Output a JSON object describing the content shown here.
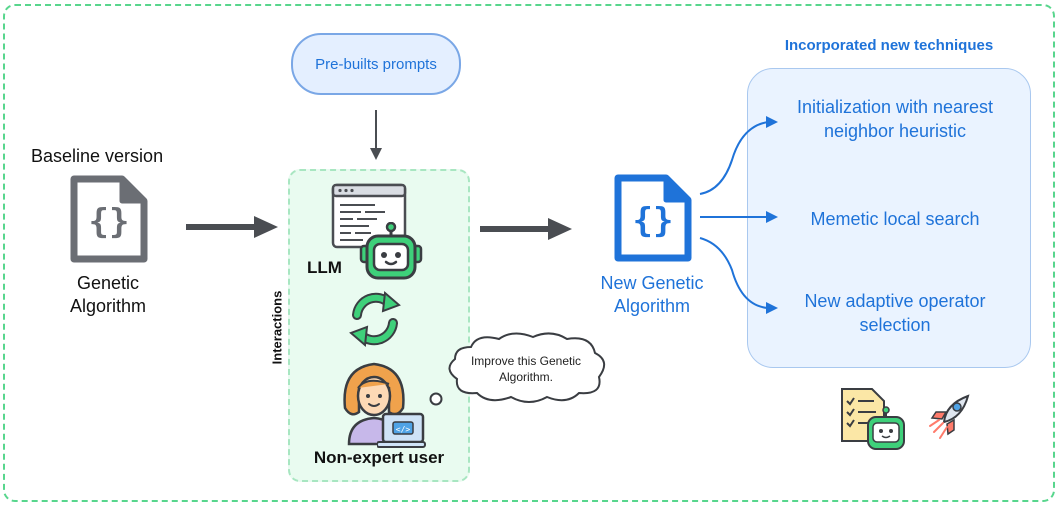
{
  "baseline": {
    "heading": "Baseline version",
    "name_line1": "Genetic",
    "name_line2": "Algorithm"
  },
  "prompts": {
    "label": "Pre-builts prompts"
  },
  "interactions": {
    "vertical_label": "Interactions",
    "llm_label": "LLM",
    "user_label": "Non-expert user",
    "thought_line1": "Improve this Genetic",
    "thought_line2": "Algorithm."
  },
  "new_ga": {
    "name_line1": "New Genetic",
    "name_line2": "Algorithm"
  },
  "techniques": {
    "heading": "Incorporated new techniques",
    "items": [
      {
        "line1": "Initialization with nearest",
        "line2": "neighbor heuristic"
      },
      {
        "line1": "Memetic local search",
        "line2": ""
      },
      {
        "line1": "New adaptive operator",
        "line2": "selection"
      }
    ]
  },
  "colors": {
    "frame_green": "#58d68d",
    "accent_blue": "#1f73d9",
    "doc_gray": "#6b6e74",
    "robot_green": "#3ed07a",
    "arrow_dark": "#4a4d52"
  },
  "icons": [
    "code-file-icon",
    "code-file-icon-blue",
    "llm-window-icon",
    "robot-icon",
    "cycle-arrows-icon",
    "user-avatar-icon",
    "laptop-icon",
    "checklist-robot-icon",
    "rocket-icon"
  ]
}
